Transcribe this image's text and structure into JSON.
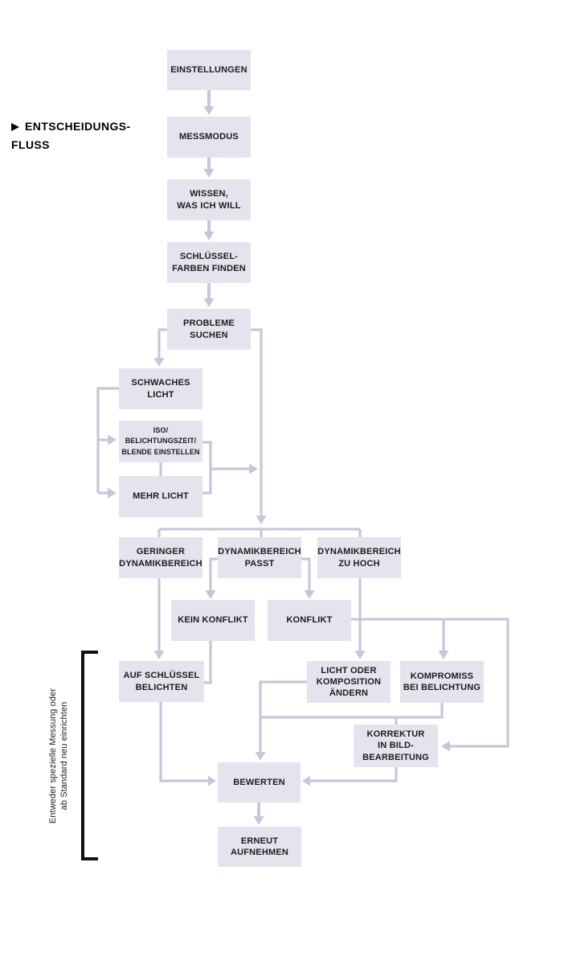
{
  "heading": {
    "icon": "right-arrow",
    "line1": "ENTSCHEIDUNGS-",
    "line2": "FLUSS"
  },
  "side_note": {
    "line1": "Entweder spezielle Messung oder",
    "line2": "ab Standard neu einrichten"
  },
  "nodes": {
    "einstellungen": {
      "label": "EINSTELLUNGEN"
    },
    "messmodus": {
      "label": "MESSMODUS"
    },
    "wissen": {
      "label": "WISSEN,\nWAS ICH WILL"
    },
    "schluesselfarben": {
      "label": "SCHLÜSSEL-\nFARBEN FINDEN"
    },
    "probleme": {
      "label": "PROBLEME\nSUCHEN"
    },
    "schwaches_licht": {
      "label": "SCHWACHES\nLICHT"
    },
    "iso": {
      "label": "ISO/\nBELICHTUNGSZEIT/\nBLENDE EINSTELLEN"
    },
    "mehr_licht": {
      "label": "MEHR LICHT"
    },
    "geringer": {
      "label": "GERINGER\nDYNAMIKBEREICH"
    },
    "passt": {
      "label": "DYNAMIKBEREICH\nPASST"
    },
    "zu_hoch": {
      "label": "DYNAMIKBEREICH\nZU HOCH"
    },
    "kein_konflikt": {
      "label": "KEIN KONFLIKT"
    },
    "konflikt": {
      "label": "KONFLIKT"
    },
    "auf_schluessel": {
      "label": "AUF SCHLÜSSEL\nBELICHTEN"
    },
    "licht_oder": {
      "label": "LICHT ODER\nKOMPOSITION\nÄNDERN"
    },
    "kompromiss": {
      "label": "KOMPROMISS\nBEI BELICHTUNG"
    },
    "korrektur": {
      "label": "KORREKTUR\nIN BILD-\nBEARBEITUNG"
    },
    "bewerten": {
      "label": "BEWERTEN"
    },
    "erneut": {
      "label": "ERNEUT\nAUFNEHMEN"
    }
  },
  "colors": {
    "box_fill": "#e5e3ed",
    "connector": "#c9c6d9",
    "node_text": "#1c1c1c",
    "heading_text": "#000000",
    "bracket": "#111111",
    "page_bg": "#ffffff"
  }
}
